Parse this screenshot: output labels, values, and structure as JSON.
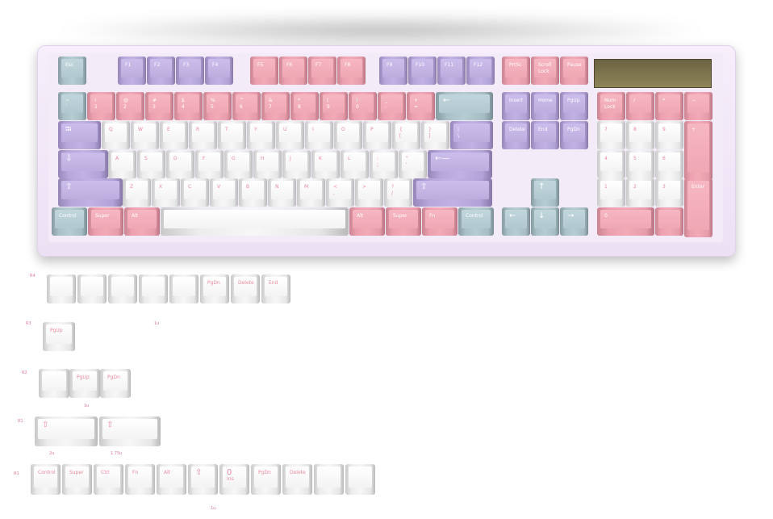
{
  "keyboard": {
    "display_color": "#7a7250",
    "case_color": "#f2e9f8",
    "colors": {
      "white": "#f4f4f4",
      "pink": "#f0a8b5",
      "lavender": "#c0b1e2",
      "blue": "#b4cbd1"
    },
    "keys": [
      {
        "id": "esc",
        "label": "Esc",
        "color": "b"
      },
      {
        "id": "f1",
        "label": "F1",
        "color": "v"
      },
      {
        "id": "f2",
        "label": "F2",
        "color": "v"
      },
      {
        "id": "f3",
        "label": "F3",
        "color": "v"
      },
      {
        "id": "f4",
        "label": "F4",
        "color": "v"
      },
      {
        "id": "f5",
        "label": "F5",
        "color": "p"
      },
      {
        "id": "f6",
        "label": "F6",
        "color": "p"
      },
      {
        "id": "f7",
        "label": "F7",
        "color": "p"
      },
      {
        "id": "f8",
        "label": "F8",
        "color": "p"
      },
      {
        "id": "f9",
        "label": "F9",
        "color": "v"
      },
      {
        "id": "f10",
        "label": "F10",
        "color": "v"
      },
      {
        "id": "f11",
        "label": "F11",
        "color": "v"
      },
      {
        "id": "f12",
        "label": "F12",
        "color": "v"
      },
      {
        "id": "prtsc",
        "label": "PrtSc",
        "color": "p"
      },
      {
        "id": "scroll",
        "label": "Scroll",
        "label2": "Lock",
        "color": "p"
      },
      {
        "id": "pause",
        "label": "Pause",
        "color": "p"
      },
      {
        "id": "grave",
        "label": "~",
        "label2": "`",
        "color": "b"
      },
      {
        "id": "n1",
        "label": "!",
        "label2": "1",
        "color": "p"
      },
      {
        "id": "n2",
        "label": "@",
        "label2": "2",
        "color": "p"
      },
      {
        "id": "n3",
        "label": "#",
        "label2": "3",
        "color": "p"
      },
      {
        "id": "n4",
        "label": "$",
        "label2": "4",
        "color": "p"
      },
      {
        "id": "n5",
        "label": "%",
        "label2": "5",
        "color": "p"
      },
      {
        "id": "n6",
        "label": "^",
        "label2": "6",
        "color": "p"
      },
      {
        "id": "n7",
        "label": "&",
        "label2": "7",
        "color": "p"
      },
      {
        "id": "n8",
        "label": "*",
        "label2": "8",
        "color": "p"
      },
      {
        "id": "n9",
        "label": "(",
        "label2": "9",
        "color": "p"
      },
      {
        "id": "n0",
        "label": ")",
        "label2": "0",
        "color": "p"
      },
      {
        "id": "minus",
        "label": "_",
        "label2": "-",
        "color": "p"
      },
      {
        "id": "equal",
        "label": "+",
        "label2": "=",
        "color": "p"
      },
      {
        "id": "bksp",
        "label": "←",
        "color": "b",
        "big": true
      },
      {
        "id": "insert",
        "label": "Insert",
        "color": "v"
      },
      {
        "id": "home",
        "label": "Home",
        "color": "v"
      },
      {
        "id": "pgup",
        "label": "PgUp",
        "color": "v"
      },
      {
        "id": "numlock",
        "label": "Num",
        "label2": "Lock",
        "color": "p"
      },
      {
        "id": "kpslash",
        "label": "/",
        "color": "p"
      },
      {
        "id": "kpstar",
        "label": "*",
        "color": "p"
      },
      {
        "id": "kpminus",
        "label": "−",
        "color": "p"
      },
      {
        "id": "tab",
        "label": "⭾",
        "color": "v",
        "big": true
      },
      {
        "id": "q",
        "label": "Q",
        "color": "w"
      },
      {
        "id": "w",
        "label": "W",
        "color": "w"
      },
      {
        "id": "e",
        "label": "E",
        "color": "w"
      },
      {
        "id": "r",
        "label": "R",
        "color": "w"
      },
      {
        "id": "t",
        "label": "T",
        "color": "w"
      },
      {
        "id": "y",
        "label": "Y",
        "color": "w"
      },
      {
        "id": "u",
        "label": "U",
        "color": "w"
      },
      {
        "id": "i",
        "label": "I",
        "color": "w"
      },
      {
        "id": "o",
        "label": "O",
        "color": "w"
      },
      {
        "id": "p",
        "label": "P",
        "color": "w"
      },
      {
        "id": "lbr",
        "label": "{",
        "label2": "[",
        "color": "w"
      },
      {
        "id": "rbr",
        "label": "}",
        "label2": "]",
        "color": "w"
      },
      {
        "id": "bslash",
        "label": "|",
        "label2": "\\",
        "color": "v"
      },
      {
        "id": "delete",
        "label": "Delete",
        "color": "v"
      },
      {
        "id": "end",
        "label": "End",
        "color": "v"
      },
      {
        "id": "pgdn",
        "label": "PgDn",
        "color": "v"
      },
      {
        "id": "kp7",
        "label": "7",
        "color": "w"
      },
      {
        "id": "kp8",
        "label": "8",
        "color": "w"
      },
      {
        "id": "kp9",
        "label": "9",
        "color": "w"
      },
      {
        "id": "kpplus",
        "label": "+",
        "color": "p"
      },
      {
        "id": "caps",
        "label": "⇩",
        "color": "v",
        "big": true
      },
      {
        "id": "a",
        "label": "A",
        "color": "w"
      },
      {
        "id": "s",
        "label": "S",
        "color": "w"
      },
      {
        "id": "d",
        "label": "D",
        "color": "w"
      },
      {
        "id": "f",
        "label": "F",
        "color": "w"
      },
      {
        "id": "g",
        "label": "G",
        "color": "w"
      },
      {
        "id": "h",
        "label": "H",
        "color": "w"
      },
      {
        "id": "j",
        "label": "J",
        "color": "w"
      },
      {
        "id": "k",
        "label": "K",
        "color": "w"
      },
      {
        "id": "l",
        "label": "L",
        "color": "w"
      },
      {
        "id": "semi",
        "label": ":",
        "label2": ";",
        "color": "w"
      },
      {
        "id": "quote",
        "label": "\"",
        "label2": "'",
        "color": "w"
      },
      {
        "id": "enter",
        "label": "←—",
        "color": "v",
        "big": true
      },
      {
        "id": "kp4",
        "label": "4",
        "color": "w"
      },
      {
        "id": "kp5",
        "label": "5",
        "color": "w"
      },
      {
        "id": "kp6",
        "label": "6",
        "color": "w"
      },
      {
        "id": "lshift",
        "label": "⇧",
        "color": "v",
        "big": true
      },
      {
        "id": "z",
        "label": "Z",
        "color": "w"
      },
      {
        "id": "x",
        "label": "X",
        "color": "w"
      },
      {
        "id": "c",
        "label": "C",
        "color": "w"
      },
      {
        "id": "v",
        "label": "V",
        "color": "w"
      },
      {
        "id": "b",
        "label": "B",
        "color": "w"
      },
      {
        "id": "n",
        "label": "N",
        "color": "w"
      },
      {
        "id": "m",
        "label": "M",
        "color": "w"
      },
      {
        "id": "comma",
        "label": "<",
        "label2": ",",
        "color": "w"
      },
      {
        "id": "period",
        "label": ">",
        "label2": ".",
        "color": "w"
      },
      {
        "id": "slash",
        "label": "?",
        "label2": "/",
        "color": "w"
      },
      {
        "id": "rshift",
        "label": "⇧",
        "color": "v",
        "big": true
      },
      {
        "id": "up",
        "label": "↑",
        "color": "b",
        "big": true
      },
      {
        "id": "kp1",
        "label": "1",
        "color": "w"
      },
      {
        "id": "kp2",
        "label": "2",
        "color": "w"
      },
      {
        "id": "kp3",
        "label": "3",
        "color": "w"
      },
      {
        "id": "kpenter",
        "label": "Enter",
        "color": "p"
      },
      {
        "id": "lctrl",
        "label": "Control",
        "color": "b"
      },
      {
        "id": "lsuper",
        "label": "Super",
        "color": "p"
      },
      {
        "id": "lalt",
        "label": "Alt",
        "color": "p"
      },
      {
        "id": "space",
        "label": "",
        "color": "w"
      },
      {
        "id": "ralt",
        "label": "Alt",
        "color": "p"
      },
      {
        "id": "rsuper",
        "label": "Super",
        "color": "p"
      },
      {
        "id": "fn",
        "label": "Fn",
        "color": "p"
      },
      {
        "id": "rctrl",
        "label": "Control",
        "color": "b"
      },
      {
        "id": "left",
        "label": "←",
        "color": "b",
        "big": true
      },
      {
        "id": "down",
        "label": "↓",
        "color": "b",
        "big": true
      },
      {
        "id": "right",
        "label": "→",
        "color": "b",
        "big": true
      },
      {
        "id": "kp0",
        "label": "0",
        "color": "p"
      },
      {
        "id": "kpdot",
        "label": "",
        "color": "p"
      }
    ]
  },
  "extras": {
    "rows": [
      {
        "label": "R4",
        "size_label": "",
        "keys": [
          "",
          "",
          "",
          "",
          "",
          "PgDn",
          "Delete",
          "End"
        ]
      },
      {
        "label": "R3",
        "size_label": "1u",
        "keys": [
          "PgUp"
        ]
      },
      {
        "label": "R2",
        "size_label": "1u",
        "keys": [
          "",
          "PgUp",
          "PgDn"
        ]
      },
      {
        "label": "R1",
        "size_labels": [
          "2u",
          "1.75u"
        ],
        "keys": [
          "⇧",
          "⇧"
        ]
      },
      {
        "label": "R1",
        "size_label": "1u",
        "keys": [
          "Control",
          "Super",
          "Ctrl",
          "Fn",
          "Alt",
          "⇧",
          "0",
          "PgDn",
          "Delete",
          "",
          ""
        ],
        "sub": [
          "",
          "",
          "",
          "",
          "",
          "",
          "Ins",
          "",
          "",
          "",
          ""
        ]
      }
    ]
  }
}
